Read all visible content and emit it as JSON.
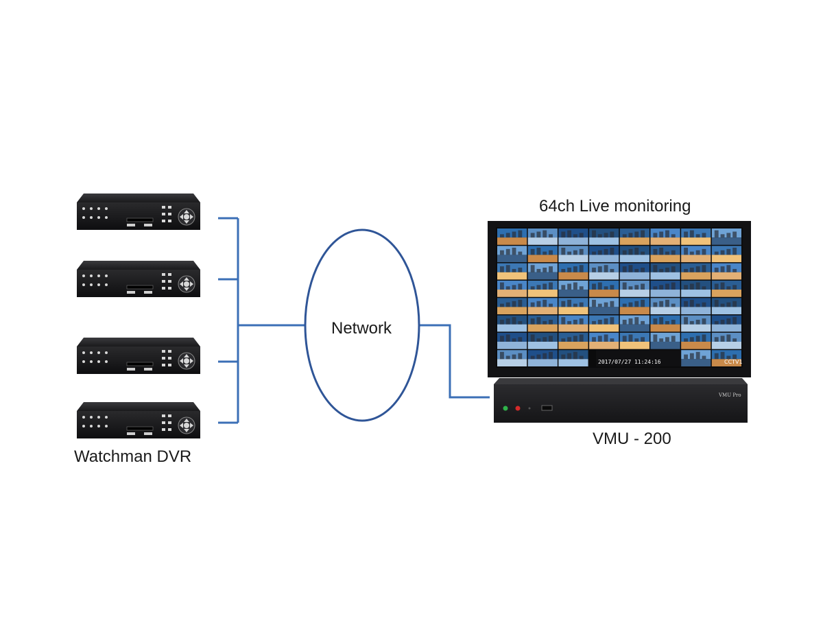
{
  "labels": {
    "dvr_group": "Watchman DVR",
    "network": "Network",
    "monitor": "64ch Live monitoring",
    "vmu": "VMU - 200"
  },
  "dvr_units": [
    {
      "id": "dvr-1"
    },
    {
      "id": "dvr-2"
    },
    {
      "id": "dvr-3"
    },
    {
      "id": "dvr-4"
    }
  ],
  "monitor": {
    "grid_cols": 8,
    "grid_rows": 8,
    "timestamp": "2017/07/27   11:24:16",
    "channel": "CCTV1"
  },
  "vmu_box": {
    "brand_text": "VMU Pro",
    "leds": [
      "#2fb34a",
      "#d42a2a"
    ]
  },
  "colors": {
    "link_line": "#3b6fb6",
    "network_ellipse": "#2f5597",
    "device_body": "#1d1d1f"
  }
}
